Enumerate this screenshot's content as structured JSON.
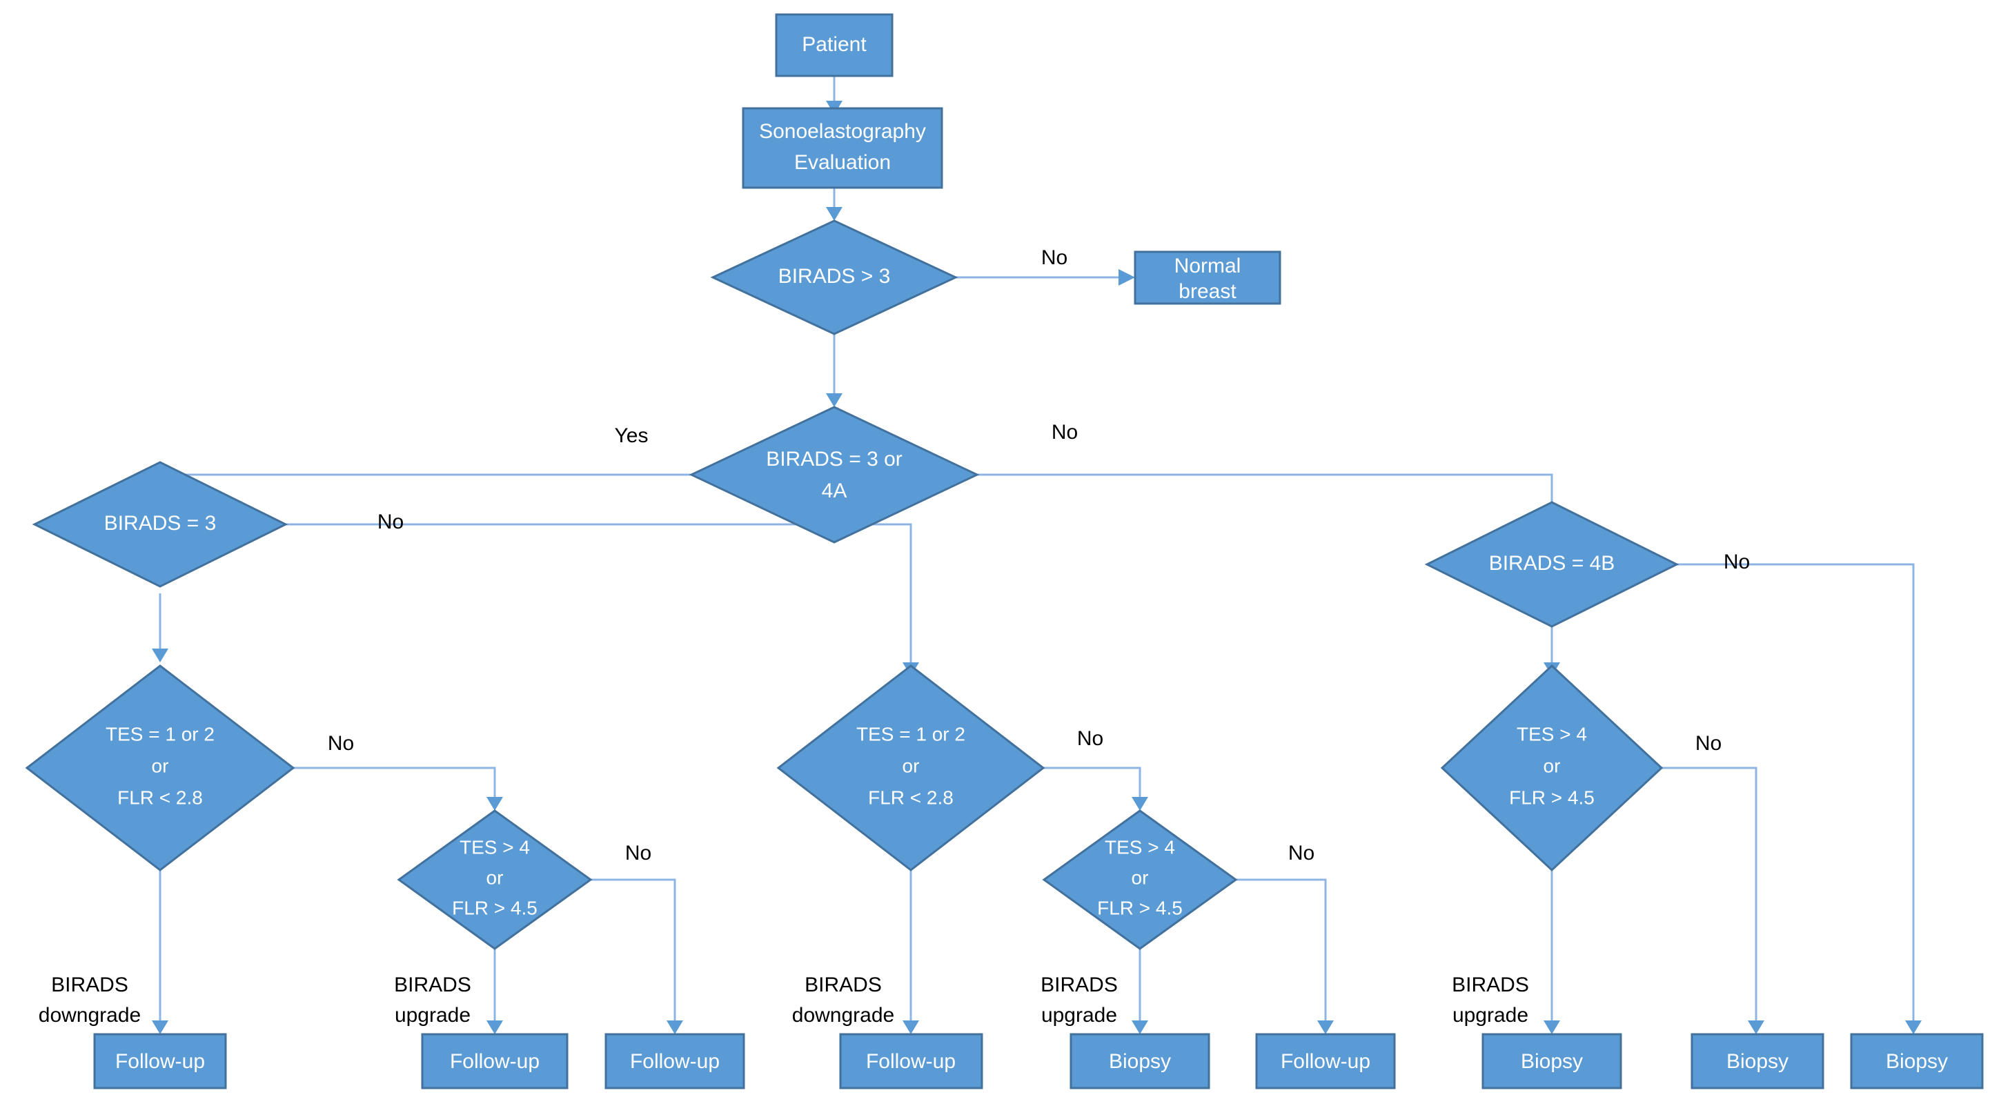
{
  "diagram": {
    "title": "Sonoelastography BIRADS decision flowchart",
    "colors": {
      "node_fill": "#5B9BD5",
      "node_stroke": "#41719C",
      "node_text": "#FFFFFF",
      "edge_line": "#8EB4E3",
      "edge_arrow": "#5B9BD5",
      "label_text": "#000000",
      "background": "#FFFFFF"
    },
    "nodes": {
      "patient": {
        "label": "Patient",
        "shape": "rectangle"
      },
      "sono_eval": {
        "label_line1": "Sonoelastography",
        "label_line2": "Evaluation",
        "shape": "rectangle"
      },
      "birads_gt3": {
        "label": "BIRADS > 3",
        "shape": "diamond"
      },
      "normal_breast": {
        "label_line1": "Normal",
        "label_line2": "breast",
        "shape": "rectangle"
      },
      "birads_3_or_4a": {
        "label_line1": "BIRADS = 3 or",
        "label_line2": "4A",
        "shape": "diamond"
      },
      "birads_eq3": {
        "label": "BIRADS = 3",
        "shape": "diamond"
      },
      "birads_4b": {
        "label": "BIRADS = 4B",
        "shape": "diamond"
      },
      "tes_low_left": {
        "label_line1": "TES = 1 or 2",
        "label_line2": "or",
        "label_line3": "FLR < 2.8",
        "shape": "diamond"
      },
      "tes_high_left": {
        "label_line1": "TES > 4",
        "label_line2": "or",
        "label_line3": "FLR > 4.5",
        "shape": "diamond"
      },
      "tes_low_mid": {
        "label_line1": "TES = 1 or 2",
        "label_line2": "or",
        "label_line3": "FLR < 2.8",
        "shape": "diamond"
      },
      "tes_high_mid": {
        "label_line1": "TES > 4",
        "label_line2": "or",
        "label_line3": "FLR > 4.5",
        "shape": "diamond"
      },
      "tes_high_right": {
        "label_line1": "TES > 4",
        "label_line2": "or",
        "label_line3": "FLR > 4.5",
        "shape": "diamond"
      },
      "out1": {
        "label": "Follow-up",
        "shape": "rectangle"
      },
      "out2": {
        "label": "Follow-up",
        "shape": "rectangle"
      },
      "out3": {
        "label": "Follow-up",
        "shape": "rectangle"
      },
      "out4": {
        "label": "Follow-up",
        "shape": "rectangle"
      },
      "out5": {
        "label": "Biopsy",
        "shape": "rectangle"
      },
      "out6": {
        "label": "Follow-up",
        "shape": "rectangle"
      },
      "out7": {
        "label": "Biopsy",
        "shape": "rectangle"
      },
      "out8": {
        "label": "Biopsy",
        "shape": "rectangle"
      },
      "out9": {
        "label": "Biopsy",
        "shape": "rectangle"
      }
    },
    "edge_labels": {
      "no_birads_gt3": "No",
      "yes_3_or_4a": "Yes",
      "no_3_or_4a": "No",
      "no_birads_eq3": "No",
      "no_birads_4b": "No",
      "no_tes_low_left": "No",
      "no_tes_high_left": "No",
      "no_tes_low_mid": "No",
      "no_tes_high_mid": "No",
      "no_tes_high_right": "No"
    },
    "notes": {
      "downgrade_left_1": "BIRADS",
      "downgrade_left_2": "downgrade",
      "upgrade_left_1": "BIRADS",
      "upgrade_left_2": "upgrade",
      "downgrade_mid_1": "BIRADS",
      "downgrade_mid_2": "downgrade",
      "upgrade_mid_1": "BIRADS",
      "upgrade_mid_2": "upgrade",
      "upgrade_right_1": "BIRADS",
      "upgrade_right_2": "upgrade"
    }
  }
}
